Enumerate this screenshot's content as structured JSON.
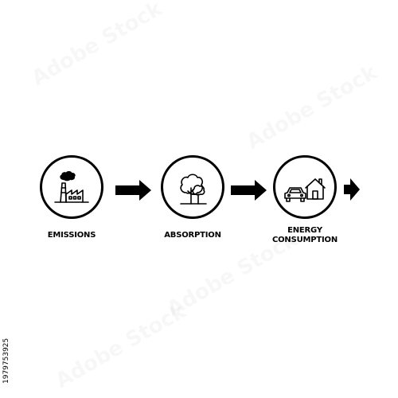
{
  "diagram": {
    "steps": [
      {
        "label": "EMISSIONS",
        "icon": "factory-icon"
      },
      {
        "label": "ABSORPTION",
        "icon": "tree-icon"
      },
      {
        "label_line1": "ENERGY",
        "label_line2": "CONSUMPTION",
        "icon": "car-house-icon"
      }
    ],
    "connector": "right-arrow-icon"
  },
  "stock_id": "1979753925",
  "watermark": "Adobe Stock",
  "colors": {
    "stroke": "#000000",
    "background": "#ffffff"
  }
}
